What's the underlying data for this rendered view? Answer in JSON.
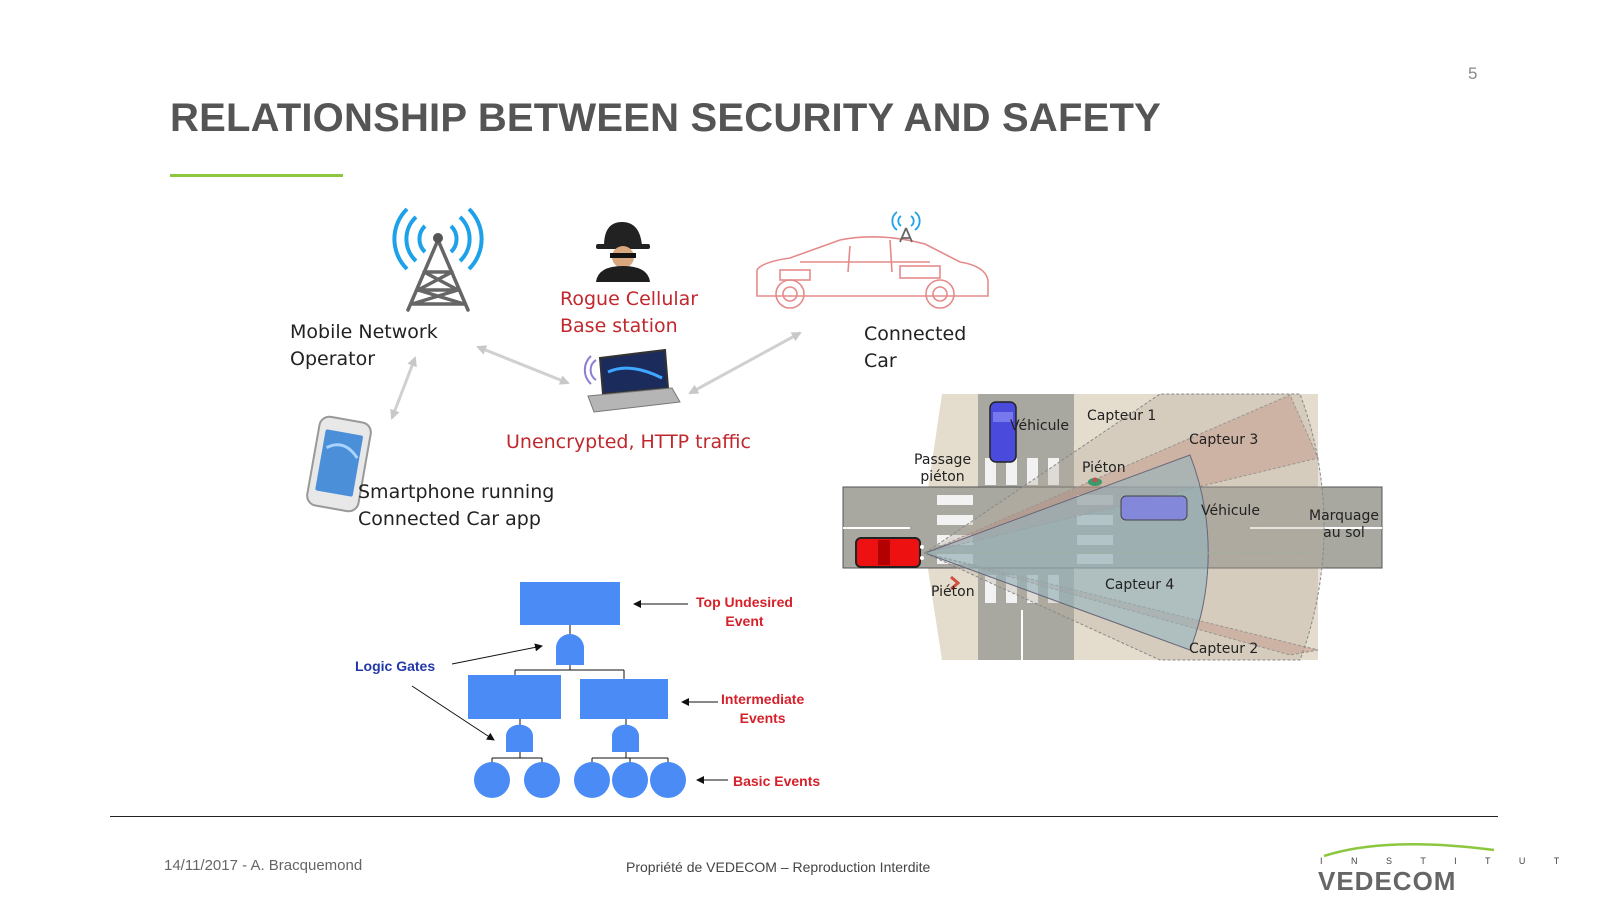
{
  "page_number": "5",
  "title": "RELATIONSHIP BETWEEN SECURITY AND SAFETY",
  "attack": {
    "mno_line1": "Mobile Network",
    "mno_line2": "Operator",
    "rogue_line1": "Rogue Cellular",
    "rogue_line2": "Base station",
    "car_line1": "Connected",
    "car_line2": "Car",
    "traffic": "Unencrypted, HTTP traffic",
    "phone_line1": "Smartphone running",
    "phone_line2": "Connected Car app"
  },
  "fault_tree": {
    "top_line1": "Top Undesired",
    "top_line2": "Event",
    "logic_gates": "Logic Gates",
    "intermediate_line1": "Intermediate",
    "intermediate_line2": "Events",
    "basic": "Basic Events"
  },
  "intersection": {
    "capteur1": "Capteur 1",
    "capteur2": "Capteur 2",
    "capteur3": "Capteur 3",
    "capteur4": "Capteur 4",
    "vehicule_top": "Véhicule",
    "vehicule_right": "Véhicule",
    "pieton_top": "Piéton",
    "pieton_bottom": "Piéton",
    "passage_line1": "Passage",
    "passage_line2": "piéton",
    "marquage_line1": "Marquage",
    "marquage_line2": "au sol"
  },
  "footer": {
    "date_author": "14/11/2017 - A. Bracquemond",
    "property": "Propriété de VEDECOM – Reproduction Interdite",
    "logo_top": "I N S T I T U T",
    "logo_main": "VEDECOM"
  },
  "colors": {
    "title": "#555555",
    "accent_green": "#8dc63f",
    "attack_red": "#c0282d",
    "fault_blue": "#4a8bf5",
    "fault_red": "#d6202a",
    "fault_label_blue": "#2238a8"
  }
}
